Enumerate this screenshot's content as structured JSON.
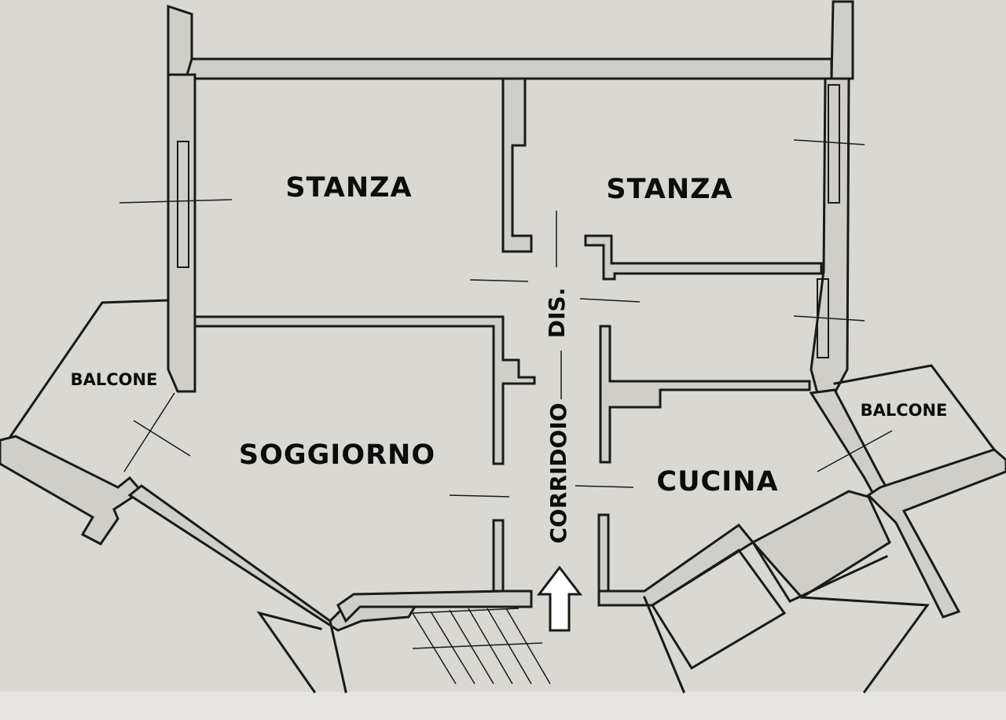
{
  "rooms": {
    "stanza_left": "STANZA",
    "stanza_right": "STANZA",
    "soggiorno": "SOGGIORNO",
    "cucina": "CUCINA",
    "balcone_left": "BALCONE",
    "balcone_right": "BALCONE",
    "corridoio": "CORRIDOIO",
    "dis": "DIS."
  },
  "colors": {
    "paper": "#d9d8d3",
    "ink": "#1a1a1a"
  },
  "icons": {
    "entrance": "entrance-arrow-icon"
  }
}
